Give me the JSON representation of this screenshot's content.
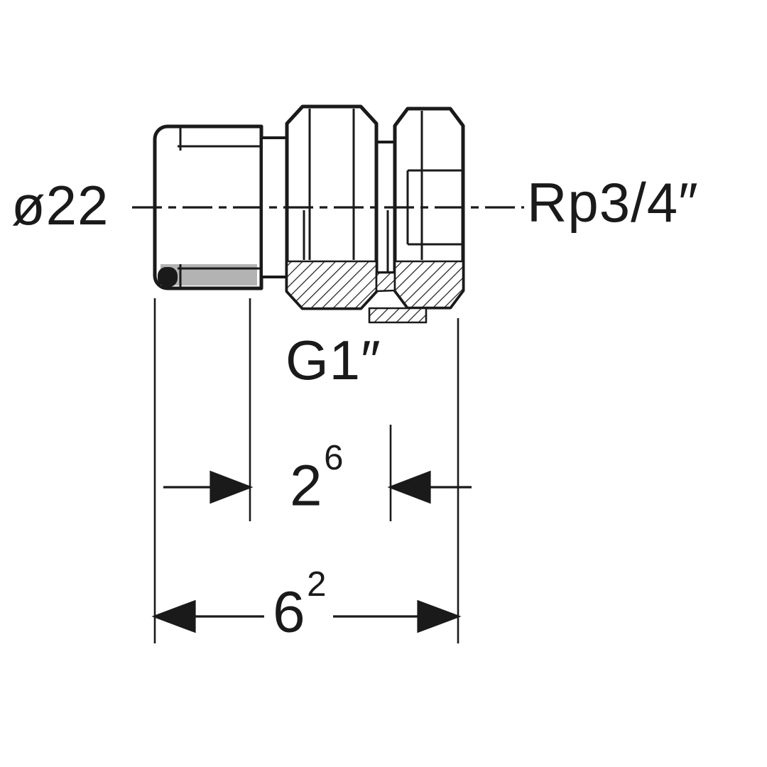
{
  "drawing": {
    "left_label": "ø22",
    "right_label": "Rp3/4″",
    "thread_label": "G1″",
    "dim_insertion": {
      "base": "2",
      "exp": "6"
    },
    "dim_overall": {
      "base": "6",
      "exp": "2"
    },
    "colors": {
      "line": "#1a1a1a",
      "background": "#ffffff",
      "shade": "#b3b3b3"
    }
  }
}
